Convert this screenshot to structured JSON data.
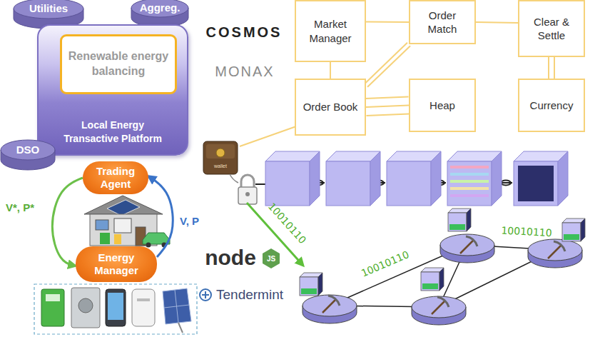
{
  "diagram": {
    "nodes": [
      {
        "text": [
          "Utilities"
        ]
      },
      {
        "text": [
          "Aggreg."
        ]
      },
      {
        "text": [
          "Local Energy Transactive Platform"
        ]
      },
      {
        "text": [
          "Renewable energy balancing"
        ],
        "in": 2
      },
      {
        "text": [
          "DSO"
        ]
      },
      {
        "text": [
          "Market Manager"
        ]
      },
      {
        "text": [
          "Order Match"
        ]
      },
      {
        "text": [
          "Clear & Settle"
        ]
      },
      {
        "text": [
          "Order Book"
        ]
      },
      {
        "text": [
          "Heap"
        ]
      },
      {
        "text": [
          "Currency"
        ]
      },
      {
        "text": [
          "Trading Agent"
        ]
      },
      {
        "text": [
          "Energy Manager"
        ]
      }
    ],
    "edges": [
      {
        "from": 5,
        "to": 6,
        "arrow": "none"
      },
      {
        "from": 5,
        "to": 8,
        "arrow": "none"
      },
      {
        "from": 8,
        "to": 6,
        "arrow": "none"
      },
      {
        "from": 6,
        "to": 7,
        "arrow": "none"
      },
      {
        "from": 8,
        "to": 9,
        "arrow": "none"
      },
      {
        "from": 7,
        "to": 10,
        "arrow": "none"
      },
      {
        "from": 11,
        "to": 12,
        "label": "V*, P*",
        "arrow": "to"
      },
      {
        "from": 12,
        "to": 11,
        "label": "V, P",
        "arrow": "to"
      }
    ],
    "labels": [
      "COSMOS",
      "MONAX",
      "wallet",
      "10010110",
      "10010110",
      "10010110",
      "node",
      "JS",
      "Tendermint"
    ]
  }
}
